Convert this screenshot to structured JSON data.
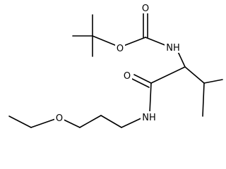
{
  "molecule": {
    "labels": {
      "carbonyl_o_top": "O",
      "ester_o": "O",
      "carbamate_nh": "NH",
      "amide_o": "O",
      "amide_nh": "NH",
      "ether_o": "O"
    }
  },
  "colors": {
    "bond": "#000000",
    "text": "#000000",
    "background": "#ffffff"
  }
}
